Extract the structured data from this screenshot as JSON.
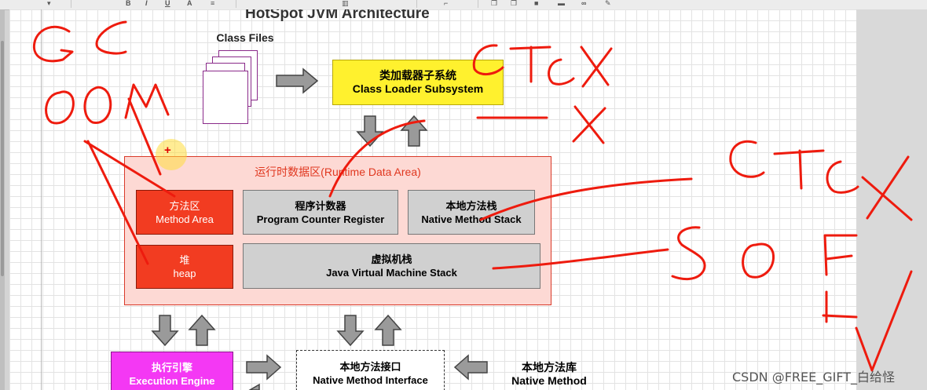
{
  "title": "HotSpot JVM Architecture",
  "colors": {
    "runtime_fill": "#fdd9d4",
    "runtime_border": "#d93a2a",
    "red_box": "#f23c21",
    "gray_box": "#d0d0d0",
    "yellow_box": "#fff12e",
    "magenta_box": "#f438f4",
    "ink_red": "#ee1b0e"
  },
  "class_files": {
    "label": "Class Files"
  },
  "class_loader": {
    "zh": "类加载器子系统",
    "en": "Class Loader Subsystem"
  },
  "runtime_area": {
    "label": "运行时数据区(Runtime Data Area)",
    "method_area": {
      "zh": "方法区",
      "en": "Method Area"
    },
    "pc_register": {
      "zh": "程序计数器",
      "en": "Program Counter Register"
    },
    "native_stack": {
      "zh": "本地方法栈",
      "en": "Native Method Stack"
    },
    "heap": {
      "zh": "堆",
      "en": "heap"
    },
    "jvm_stack": {
      "zh": "虚拟机栈",
      "en": "Java Virtual Machine Stack"
    }
  },
  "execution_engine": {
    "zh": "执行引擎",
    "en": "Execution Engine"
  },
  "native_interface": {
    "zh": "本地方法接口",
    "en": "Native Method Interface"
  },
  "native_library": {
    "zh": "本地方法库",
    "en": "Native Method"
  },
  "handwriting": [
    {
      "text": "GC",
      "target": "heap and method area"
    },
    {
      "text": "OOM",
      "target": "heap and method area"
    },
    {
      "text": "GC ×",
      "target": "class loader"
    },
    {
      "text": "— ×",
      "target": "program counter register"
    },
    {
      "text": "GC ×",
      "target": "native method stack"
    },
    {
      "text": "SOF",
      "target": "jvm stack"
    },
    {
      "text": "—",
      "target": ""
    },
    {
      "text": "V",
      "target": ""
    }
  ],
  "watermark": "CSDN @FREE_GIFT_白给怪"
}
